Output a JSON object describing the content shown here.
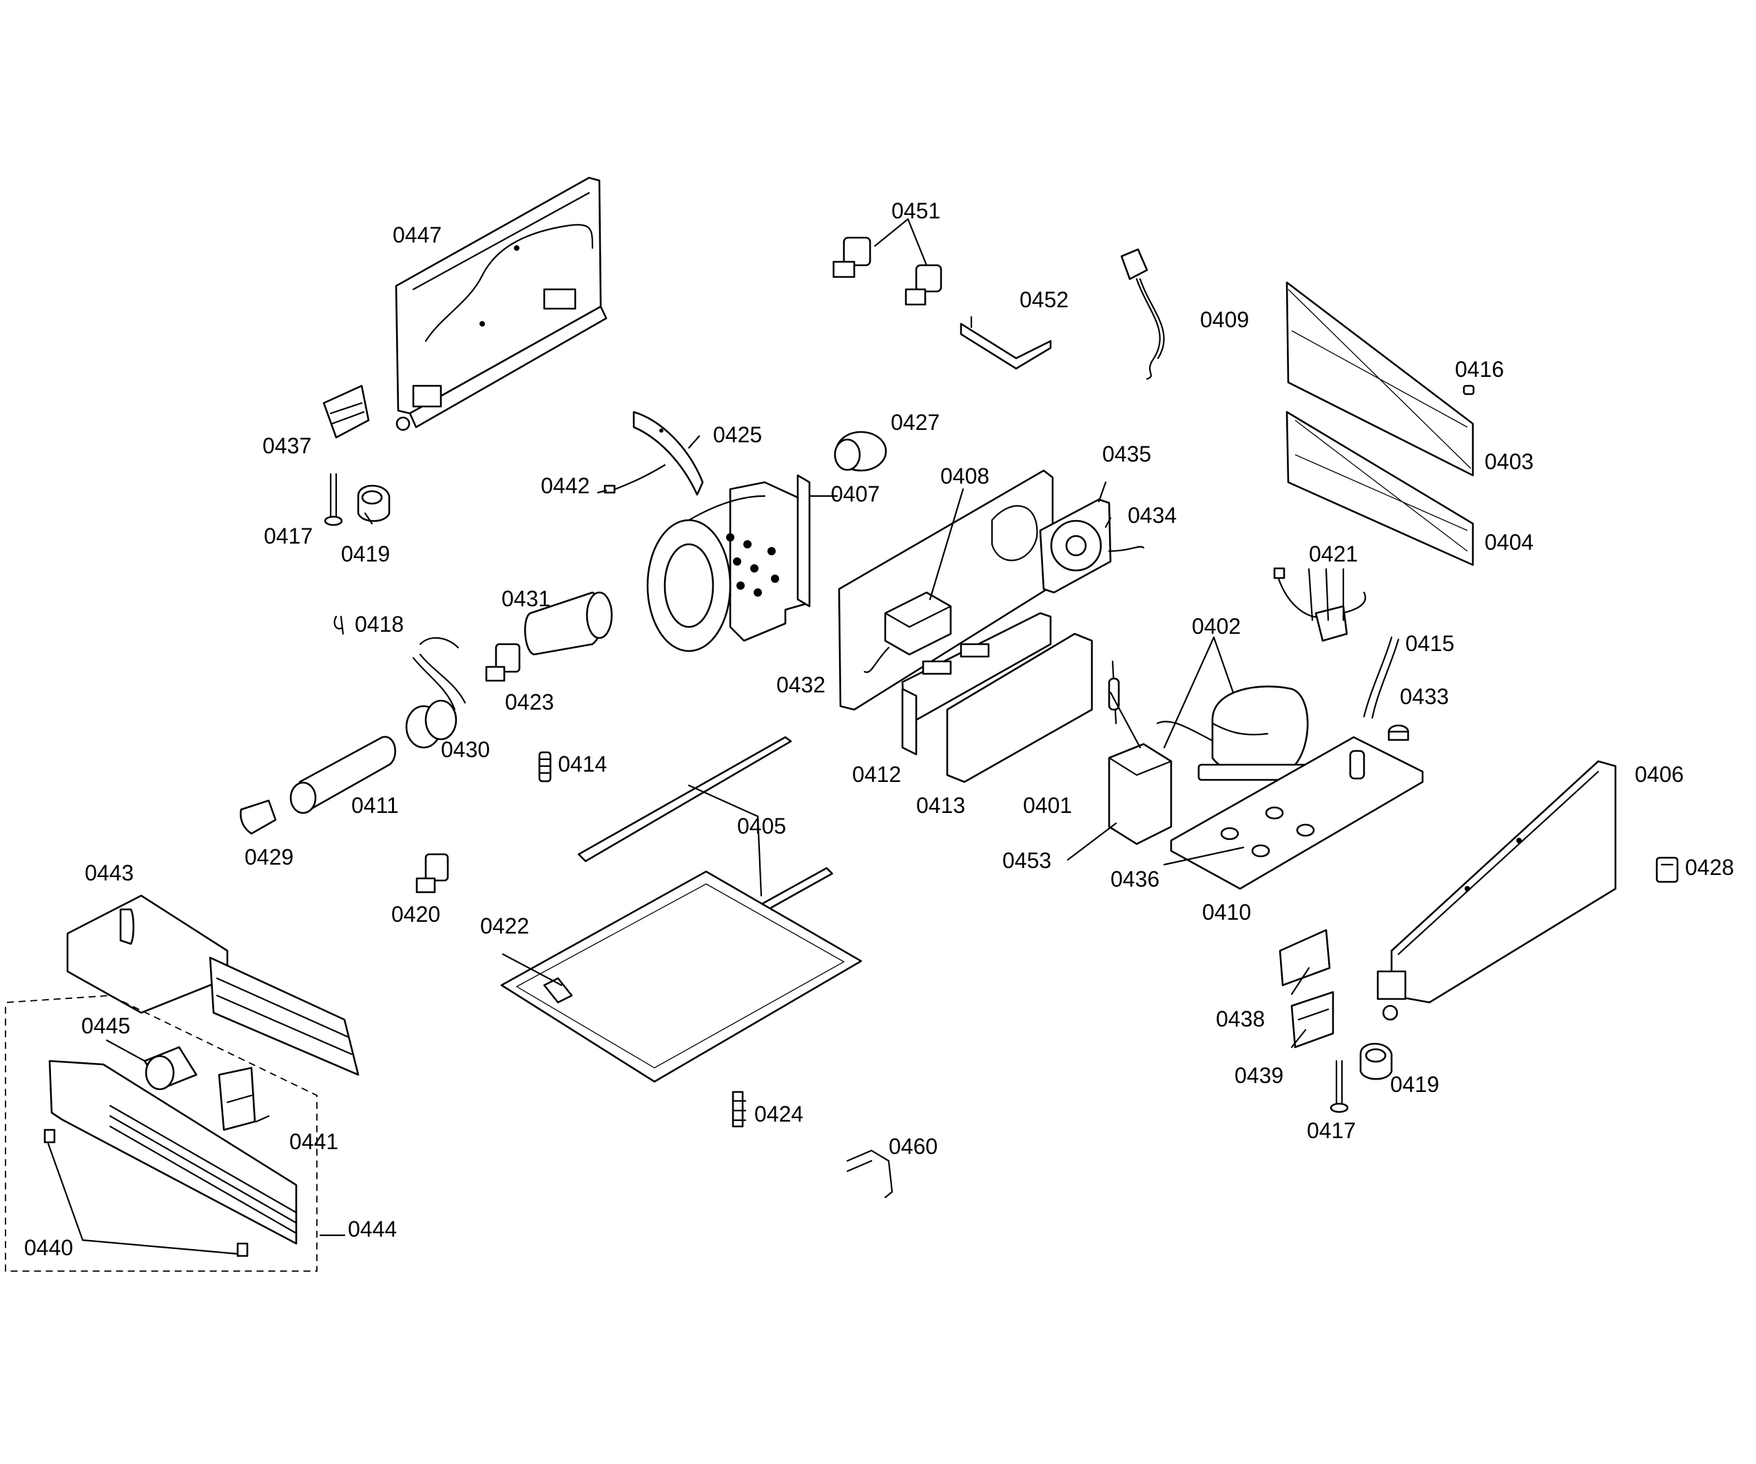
{
  "diagram": {
    "type": "exploded-parts-view",
    "parts": [
      {
        "id": "p0447",
        "label": "0447"
      },
      {
        "id": "p0451",
        "label": "0451"
      },
      {
        "id": "p0452",
        "label": "0452"
      },
      {
        "id": "p0409",
        "label": "0409"
      },
      {
        "id": "p0416",
        "label": "0416"
      },
      {
        "id": "p0403",
        "label": "0403"
      },
      {
        "id": "p0404",
        "label": "0404"
      },
      {
        "id": "p0437",
        "label": "0437"
      },
      {
        "id": "p0425",
        "label": "0425"
      },
      {
        "id": "p0427",
        "label": "0427"
      },
      {
        "id": "p0435",
        "label": "0435"
      },
      {
        "id": "p0408",
        "label": "0408"
      },
      {
        "id": "p0442",
        "label": "0442"
      },
      {
        "id": "p0407",
        "label": "0407"
      },
      {
        "id": "p0434",
        "label": "0434"
      },
      {
        "id": "p0417a",
        "label": "0417"
      },
      {
        "id": "p0419a",
        "label": "0419"
      },
      {
        "id": "p0421",
        "label": "0421"
      },
      {
        "id": "p0431",
        "label": "0431"
      },
      {
        "id": "p0418",
        "label": "0418"
      },
      {
        "id": "p0402",
        "label": "0402"
      },
      {
        "id": "p0415",
        "label": "0415"
      },
      {
        "id": "p0423",
        "label": "0423"
      },
      {
        "id": "p0432",
        "label": "0432"
      },
      {
        "id": "p0433",
        "label": "0433"
      },
      {
        "id": "p0430",
        "label": "0430"
      },
      {
        "id": "p0414",
        "label": "0414"
      },
      {
        "id": "p0412",
        "label": "0412"
      },
      {
        "id": "p0406",
        "label": "0406"
      },
      {
        "id": "p0411",
        "label": "0411"
      },
      {
        "id": "p0413",
        "label": "0413"
      },
      {
        "id": "p0401",
        "label": "0401"
      },
      {
        "id": "p0405",
        "label": "0405"
      },
      {
        "id": "p0429",
        "label": "0429"
      },
      {
        "id": "p0453",
        "label": "0453"
      },
      {
        "id": "p0428",
        "label": "0428"
      },
      {
        "id": "p0443",
        "label": "0443"
      },
      {
        "id": "p0436",
        "label": "0436"
      },
      {
        "id": "p0410",
        "label": "0410"
      },
      {
        "id": "p0420",
        "label": "0420"
      },
      {
        "id": "p0422",
        "label": "0422"
      },
      {
        "id": "p0438",
        "label": "0438"
      },
      {
        "id": "p0445",
        "label": "0445"
      },
      {
        "id": "p0439",
        "label": "0439"
      },
      {
        "id": "p0419b",
        "label": "0419"
      },
      {
        "id": "p0424",
        "label": "0424"
      },
      {
        "id": "p0417b",
        "label": "0417"
      },
      {
        "id": "p0441",
        "label": "0441"
      },
      {
        "id": "p0460",
        "label": "0460"
      },
      {
        "id": "p0444",
        "label": "0444"
      },
      {
        "id": "p0440",
        "label": "0440"
      }
    ]
  }
}
